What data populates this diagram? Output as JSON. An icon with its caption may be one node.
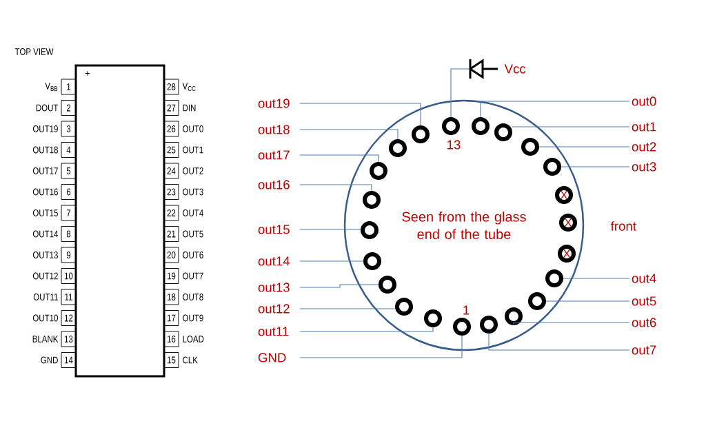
{
  "diagram": {
    "nodes": [
      {
        "text": [],
        "shape": "box"
      },
      {
        "text": [
          "1"
        ],
        "beside": [
          "V$_{BB}$"
        ]
      },
      {
        "text": [
          "2"
        ],
        "beside": [
          "DOUT"
        ]
      },
      {
        "text": [
          "3"
        ],
        "beside": [
          "OUT19"
        ]
      },
      {
        "text": [
          "4"
        ],
        "beside": [
          "OUT18"
        ]
      },
      {
        "text": [
          "5"
        ],
        "beside": [
          "OUT17"
        ]
      },
      {
        "text": [
          "6"
        ],
        "beside": [
          "OUT16"
        ]
      },
      {
        "text": [
          "7"
        ],
        "beside": [
          "OUT15"
        ]
      },
      {
        "text": [
          "8"
        ],
        "beside": [
          "OUT14"
        ]
      },
      {
        "text": [
          "9"
        ],
        "beside": [
          "OUT13"
        ]
      },
      {
        "text": [
          "10"
        ],
        "beside": [
          "OUT12"
        ]
      },
      {
        "text": [
          "11"
        ],
        "beside": [
          "OUT11"
        ]
      },
      {
        "text": [
          "12"
        ],
        "beside": [
          "OUT10"
        ]
      },
      {
        "text": [
          "13"
        ],
        "beside": [
          "BLANK"
        ]
      },
      {
        "text": [
          "14"
        ],
        "beside": [
          "GND"
        ]
      },
      {
        "text": [
          "15"
        ],
        "beside": [
          "CLK"
        ]
      },
      {
        "text": [
          "16"
        ],
        "beside": [
          "LOAD"
        ]
      },
      {
        "text": [
          "17"
        ],
        "beside": [
          "OUT9"
        ]
      },
      {
        "text": [
          "18"
        ],
        "beside": [
          "OUT8"
        ]
      },
      {
        "text": [
          "19"
        ],
        "beside": [
          "OUT7"
        ]
      },
      {
        "text": [
          "20"
        ],
        "beside": [
          "OUT6"
        ]
      },
      {
        "text": [
          "21"
        ],
        "beside": [
          "OUT5"
        ]
      },
      {
        "text": [
          "22"
        ],
        "beside": [
          "OUT4"
        ]
      },
      {
        "text": [
          "23"
        ],
        "beside": [
          "OUT3"
        ]
      },
      {
        "text": [
          "24"
        ],
        "beside": [
          "OUT2"
        ]
      },
      {
        "text": [
          "25"
        ],
        "beside": [
          "OUT1"
        ]
      },
      {
        "text": [
          "26"
        ],
        "beside": [
          "OUT0"
        ]
      },
      {
        "text": [
          "27"
        ],
        "beside": [
          "DIN"
        ]
      },
      {
        "text": [
          "28"
        ],
        "beside": [
          "V$_{CC}$"
        ]
      },
      {
        "text": [
          "Seen from the glass end of the tube"
        ]
      },
      {
        "text": [],
        "shape": "circle",
        "in": 29,
        "beside": [
          "13"
        ]
      },
      {
        "text": [],
        "shape": "circle",
        "in": 29
      },
      {
        "text": [],
        "shape": "circle",
        "in": 29
      },
      {
        "text": [],
        "shape": "circle",
        "in": 29
      },
      {
        "text": [],
        "shape": "circle",
        "in": 29
      },
      {
        "text": [
          "X"
        ],
        "in": 29
      },
      {
        "text": [
          "X"
        ],
        "in": 29
      },
      {
        "text": [
          "X"
        ],
        "in": 29
      },
      {
        "text": [],
        "shape": "circle",
        "in": 29
      },
      {
        "text": [],
        "shape": "circle",
        "in": 29
      },
      {
        "text": [],
        "shape": "circle",
        "in": 29
      },
      {
        "text": [],
        "shape": "circle",
        "in": 29
      },
      {
        "text": [],
        "shape": "circle",
        "in": 29,
        "beside": [
          "1"
        ]
      },
      {
        "text": [],
        "shape": "circle",
        "in": 29
      },
      {
        "text": [],
        "shape": "circle",
        "in": 29
      },
      {
        "text": [],
        "shape": "circle",
        "in": 29
      },
      {
        "text": [],
        "shape": "circle",
        "in": 29
      },
      {
        "text": [],
        "shape": "circle",
        "in": 29
      },
      {
        "text": [],
        "shape": "circle",
        "in": 29
      },
      {
        "text": [],
        "shape": "circle",
        "in": 29
      },
      {
        "text": [],
        "shape": "circle",
        "in": 29
      },
      {
        "text": [],
        "shape": "circle",
        "in": 29
      },
      {
        "text": [],
        "shape": "picture",
        "beside": [
          "Vcc"
        ]
      },
      {
        "text": [
          "out19"
        ]
      },
      {
        "text": [
          "out18"
        ]
      },
      {
        "text": [
          "out17"
        ]
      },
      {
        "text": [
          "out16"
        ]
      },
      {
        "text": [
          "out15"
        ]
      },
      {
        "text": [
          "out14"
        ]
      },
      {
        "text": [
          "out13"
        ]
      },
      {
        "text": [
          "out12"
        ]
      },
      {
        "text": [
          "out11"
        ]
      },
      {
        "text": [
          "GND"
        ]
      },
      {
        "text": [
          "out0"
        ]
      },
      {
        "text": [
          "out1"
        ]
      },
      {
        "text": [
          "out2"
        ]
      },
      {
        "text": [
          "out3"
        ]
      },
      {
        "text": [
          "out4"
        ]
      },
      {
        "text": [
          "out5"
        ]
      },
      {
        "text": [
          "out6"
        ]
      },
      {
        "text": [
          "out7"
        ]
      }
    ],
    "edges": [
      {
        "from": 30,
        "to": 52,
        "arrow": "none"
      },
      {
        "from": 53,
        "to": 51,
        "arrow": "none"
      },
      {
        "from": 54,
        "to": 50,
        "arrow": "none"
      },
      {
        "from": 55,
        "to": 49,
        "arrow": "none"
      },
      {
        "from": 56,
        "to": 48,
        "arrow": "none"
      },
      {
        "from": 57,
        "to": 47,
        "arrow": "none"
      },
      {
        "from": 58,
        "to": 46,
        "arrow": "none"
      },
      {
        "from": 59,
        "to": 45,
        "arrow": "none"
      },
      {
        "from": 60,
        "to": 44,
        "arrow": "none"
      },
      {
        "from": 61,
        "to": 43,
        "arrow": "none"
      },
      {
        "from": 62,
        "to": 42,
        "arrow": "none"
      },
      {
        "from": 63,
        "to": 31,
        "arrow": "none"
      },
      {
        "from": 64,
        "to": 32,
        "arrow": "none"
      },
      {
        "from": 65,
        "to": 33,
        "arrow": "none"
      },
      {
        "from": 66,
        "to": 34,
        "arrow": "none"
      },
      {
        "from": 67,
        "to": 38,
        "arrow": "none"
      },
      {
        "from": 68,
        "to": 39,
        "arrow": "none"
      },
      {
        "from": 69,
        "to": 40,
        "arrow": "none"
      },
      {
        "from": 70,
        "to": 41,
        "arrow": "none"
      }
    ],
    "labels": [
      "TOP VIEW",
      "+",
      "front"
    ]
  }
}
